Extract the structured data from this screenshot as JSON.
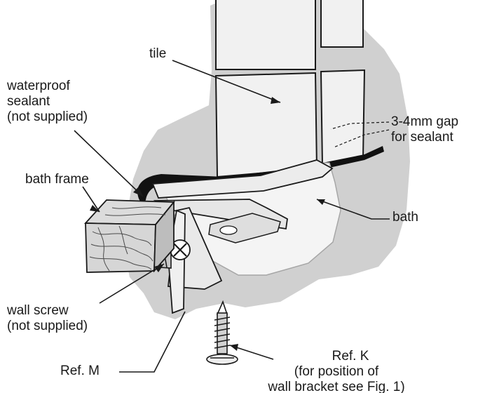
{
  "labels": {
    "tile": "tile",
    "waterproof_sealant": [
      "waterproof",
      "sealant",
      "(not supplied)"
    ],
    "gap": [
      "3-4mm gap",
      "for sealant"
    ],
    "bath_frame": "bath frame",
    "bath": "bath",
    "wall_screw": [
      "wall screw",
      "(not supplied)"
    ],
    "ref_m": "Ref. M",
    "ref_k": [
      "Ref. K",
      "(for position of",
      "wall bracket see Fig. 1)"
    ]
  },
  "colors": {
    "wall": "#d0d0d0",
    "tile": "#f1f1f1",
    "line": "#1a1a1a",
    "sealant": "#111111",
    "wood": "#d6d6d6",
    "bath": "#f4f4f4"
  }
}
